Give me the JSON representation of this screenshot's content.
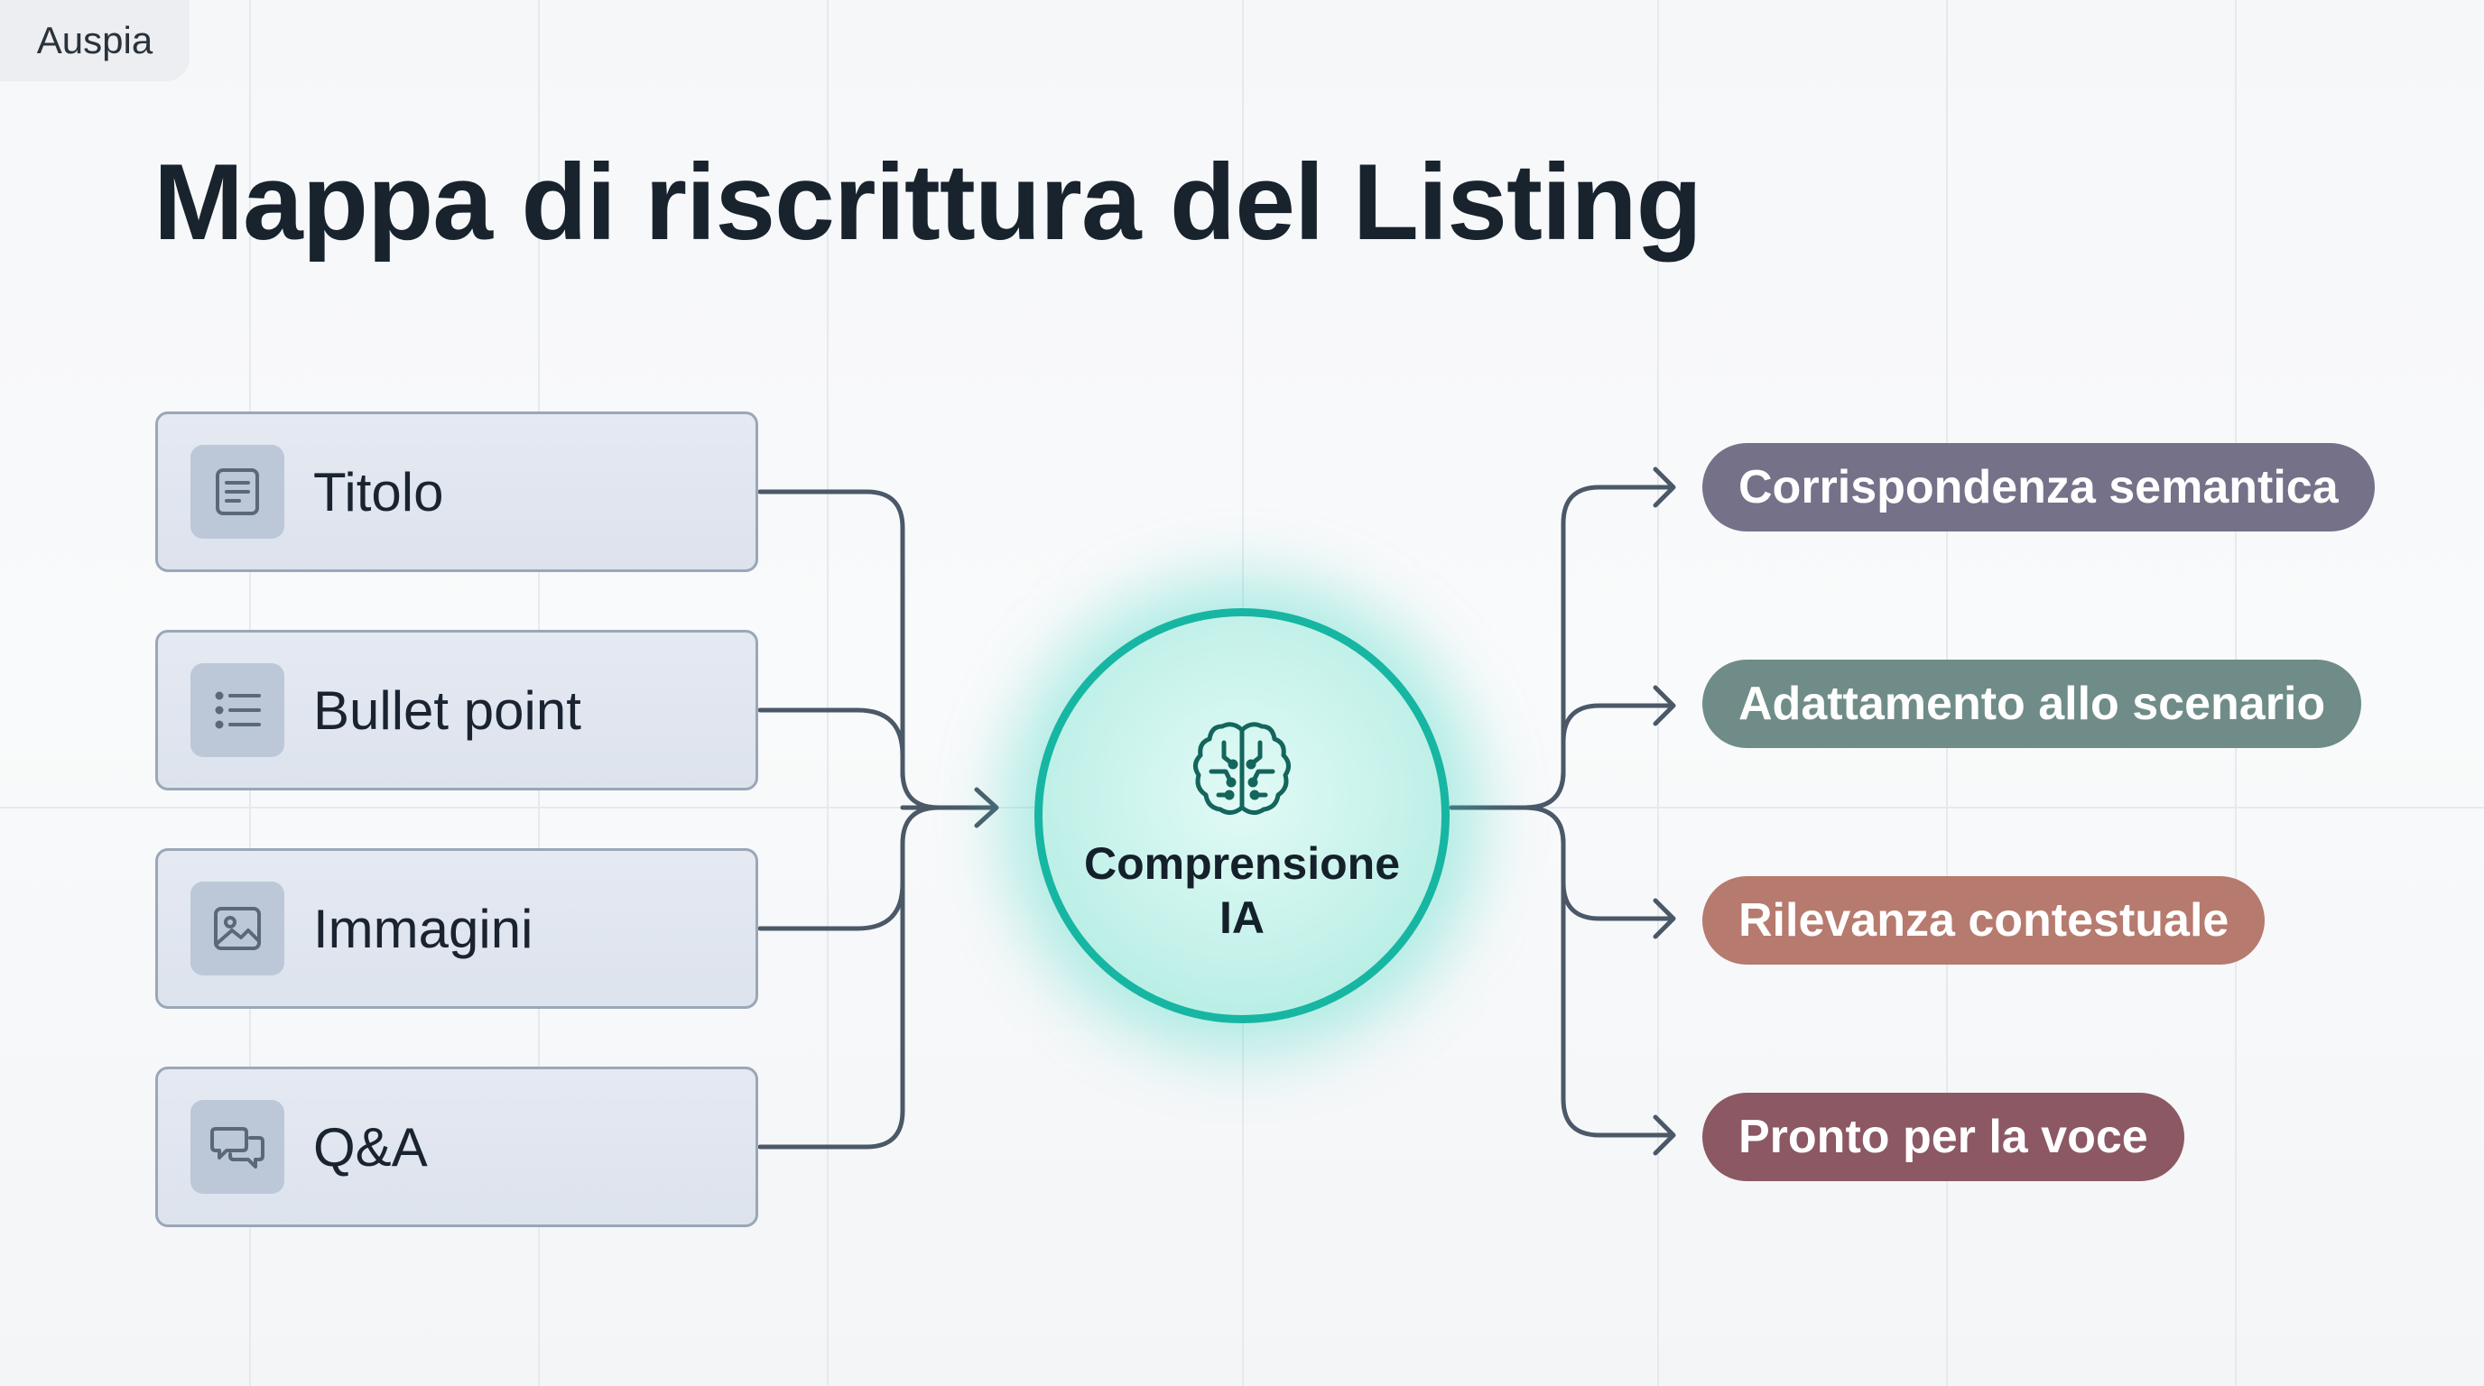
{
  "brand": "Auspia",
  "title": "Mappa di riscrittura del Listing",
  "inputs": [
    {
      "label": "Titolo",
      "icon": "document-icon"
    },
    {
      "label": "Bullet point",
      "icon": "list-icon"
    },
    {
      "label": "Immagini",
      "icon": "image-icon"
    },
    {
      "label": "Q&A",
      "icon": "chat-icon"
    }
  ],
  "center": {
    "line1": "Comprensione",
    "line2": "IA",
    "icon": "brain-icon",
    "color": "#16b6a3"
  },
  "outputs": [
    {
      "label": "Corrispondenza semantica",
      "color": "#747189"
    },
    {
      "label": "Adattamento allo scenario",
      "color": "#6f8c88"
    },
    {
      "label": "Rilevanza contestuale",
      "color": "#b67a6e"
    },
    {
      "label": "Pronto per la voce",
      "color": "#8b5863"
    }
  ],
  "colors": {
    "connector": "#4b5868",
    "card_border": "#9aa7b8",
    "icon_stroke": "#5a687a"
  }
}
